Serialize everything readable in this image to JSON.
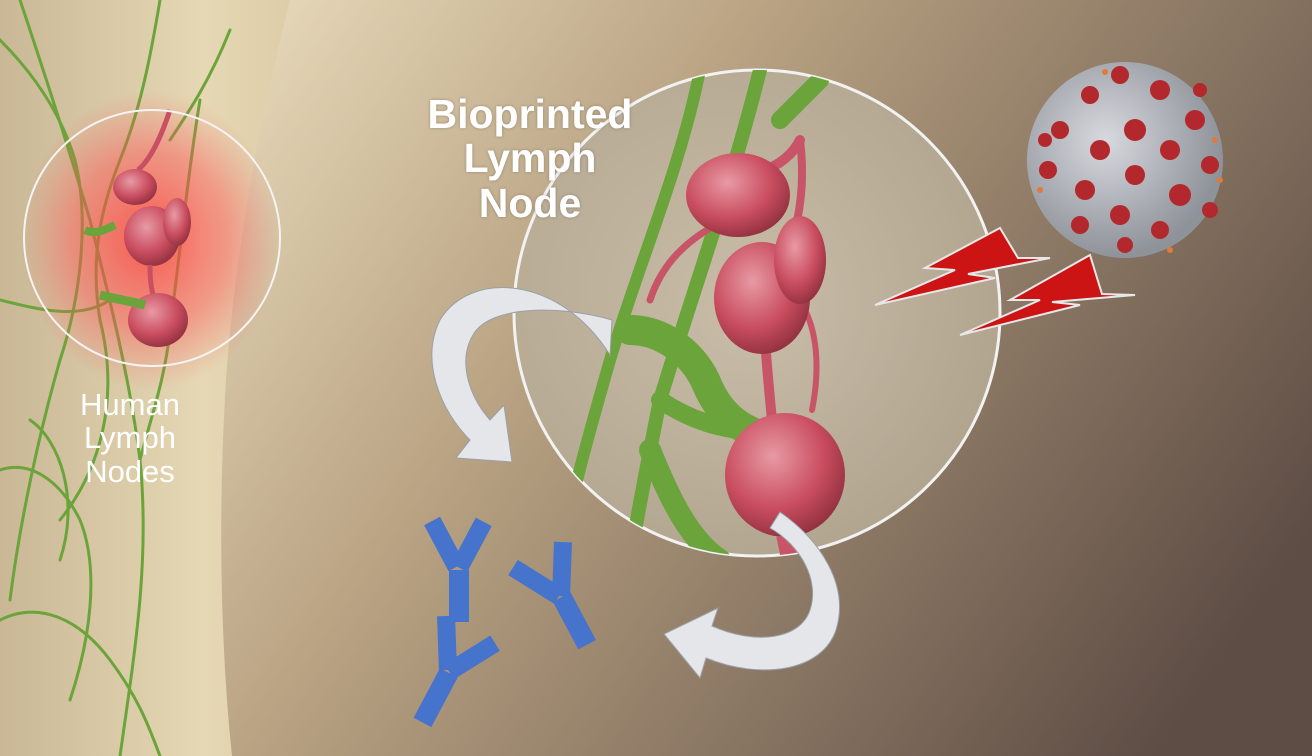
{
  "labels": {
    "human_lymph_nodes": [
      "Human",
      "Lymph",
      "Nodes"
    ],
    "bioprinted_lymph_node": [
      "Bioprinted",
      "Lymph",
      "Node"
    ]
  },
  "colors": {
    "background_light": "#e6d6b2",
    "background_dark": "#5f4e46",
    "skin": "#d9c9a3",
    "lymph_vessel": "#6aa43a",
    "lymph_node": "#d0586a",
    "glow": "#ff4a4a",
    "antibody": "#4673cc",
    "lightning": "#cc1414",
    "arrow": "#e4e6ea",
    "virus_body": "#b8bcc4",
    "virus_spike": "#b3282c"
  },
  "icons": {
    "virus": "coronavirus-icon",
    "danger": "lightning-bolt-icon",
    "flow": "curved-arrow-icon",
    "product": "antibody-icon"
  }
}
